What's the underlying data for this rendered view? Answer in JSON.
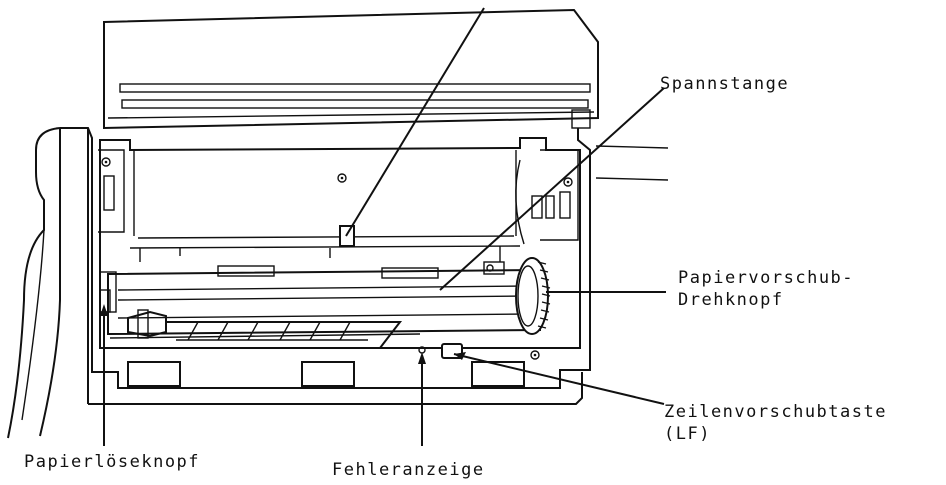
{
  "labels": {
    "spannstange": "Spannstange",
    "papiervorschub_line1": "Papiervorschub-",
    "papiervorschub_line2": "Drehknopf",
    "zeilenvorschub_line1": "Zeilenvorschubtaste",
    "zeilenvorschub_line2": "(LF)",
    "papierloese": "Papierlöseknopf",
    "fehleranzeige": "Fehleranzeige"
  },
  "colors": {
    "ink": "#111111",
    "paper": "#ffffff"
  }
}
